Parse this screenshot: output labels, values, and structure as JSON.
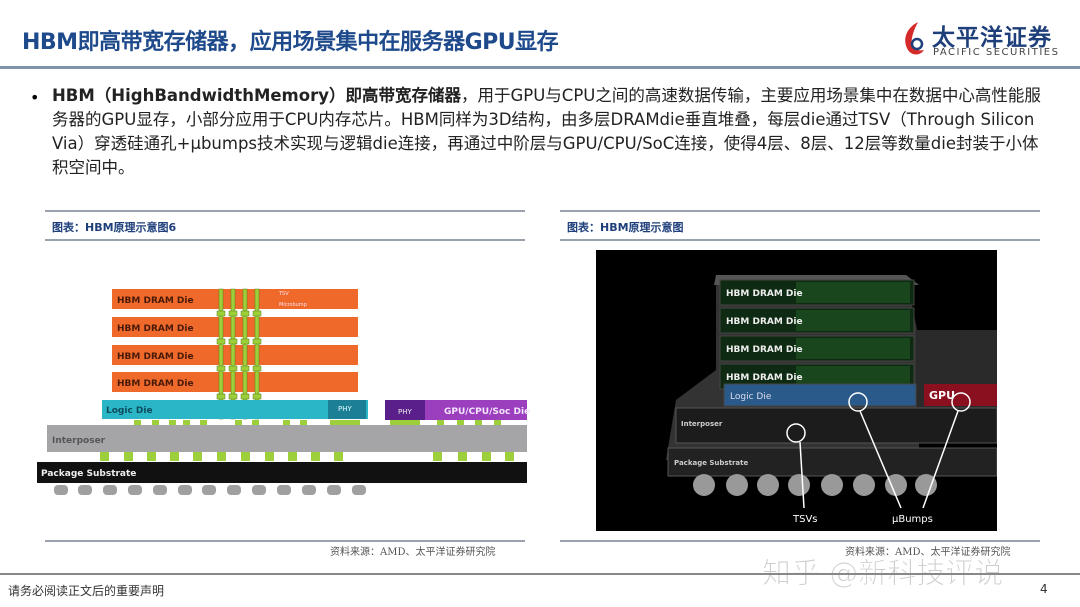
{
  "header": {
    "title": "HBM即高带宽存储器，应用场景集中在服务器GPU显存",
    "logo_cn": "太平洋证券",
    "logo_en": "PACIFIC SECURITIES",
    "accent_color": "#1e4a8c",
    "logo_icon": "pacific-securities-logo-icon"
  },
  "body": {
    "bullet_bold": "HBM（HighBandwidthMemory）即高带宽存储器",
    "bullet_rest": "，用于GPU与CPU之间的高速数据传输，主要应用场景集中在数据中心高性能服务器的GPU显存，小部分应用于CPU内存芯片。HBM同样为3D结构，由多层DRAMdie垂直堆叠，每层die通过TSV（Through Silicon Via）穿透硅通孔+μbumps技术实现与逻辑die连接，再通过中阶层与GPU/CPU/SoC连接，使得4层、8层、12层等数量die封装于小体积空间中。"
  },
  "figure_left": {
    "caption": "图表：HBM原理示意图6",
    "source": "资料来源：AMD、太平洋证券研究院",
    "labels": {
      "dram": [
        "HBM DRAM Die",
        "HBM DRAM Die",
        "HBM DRAM Die",
        "HBM DRAM Die"
      ],
      "tsv": "TSV",
      "microbump": "Microbump",
      "logic": "Logic Die",
      "phy": "PHY",
      "phy2": "PHY",
      "gpu": "GPU/CPU/Soc Die",
      "interposer": "Interposer",
      "substrate": "Package Substrate"
    }
  },
  "figure_right": {
    "caption": "图表：HBM原理示意图",
    "source": "资料来源：AMD、太平洋证券研究院",
    "labels": {
      "dram": [
        "HBM DRAM Die",
        "HBM DRAM Die",
        "HBM DRAM Die",
        "HBM DRAM Die"
      ],
      "logic": "Logic Die",
      "gpu": "GPU",
      "interposer": "Interposer",
      "substrate": "Package Substrate",
      "tsvs": "TSVs",
      "ubumps": "μBumps"
    }
  },
  "footer": {
    "disclaimer": "请务必阅读正文后的重要声明",
    "page": "4",
    "watermark": "知乎 @新科技评说"
  }
}
